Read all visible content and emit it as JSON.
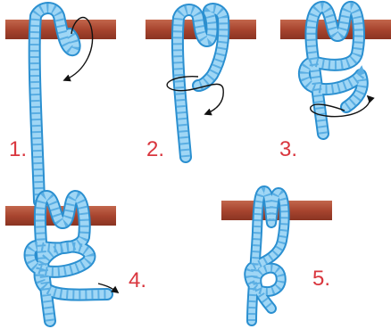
{
  "steps": [
    {
      "label": "1."
    },
    {
      "label": "2."
    },
    {
      "label": "3."
    },
    {
      "label": "4."
    },
    {
      "label": "5."
    }
  ],
  "colors": {
    "bar": "#a8452f",
    "bar_highlight": "#c2664c",
    "rope_fill": "#9fd6f5",
    "rope_outline": "#2a8fd0",
    "label": "#d9363e"
  }
}
